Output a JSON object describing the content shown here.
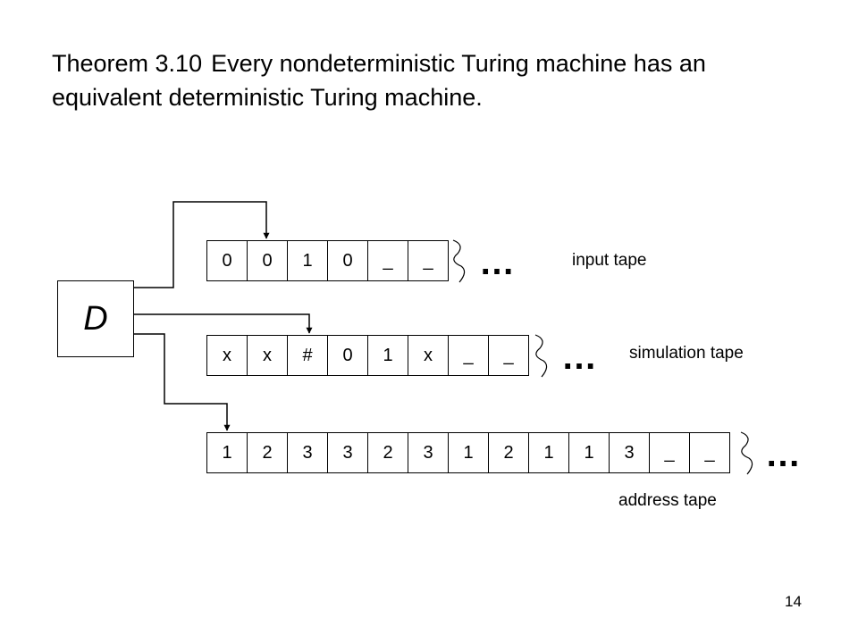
{
  "slide": {
    "title_number": "Theorem 3.10",
    "title_text": "Every nondeterministic Turing machine has an equivalent deterministic Turing machine.",
    "page_number": "14"
  },
  "machine": {
    "label": "D"
  },
  "tapes": {
    "input": {
      "label": "input tape",
      "cells": [
        "0",
        "0",
        "1",
        "0",
        "_",
        "_"
      ],
      "continuation": "…"
    },
    "simulation": {
      "label": "simulation tape",
      "cells": [
        "x",
        "x",
        "#",
        "0",
        "1",
        "x",
        "_",
        "_"
      ],
      "continuation": "…"
    },
    "address": {
      "label": "address tape",
      "cells": [
        "1",
        "2",
        "3",
        "3",
        "2",
        "3",
        "1",
        "2",
        "1",
        "1",
        "3",
        "_",
        "_"
      ],
      "continuation": "…"
    }
  }
}
